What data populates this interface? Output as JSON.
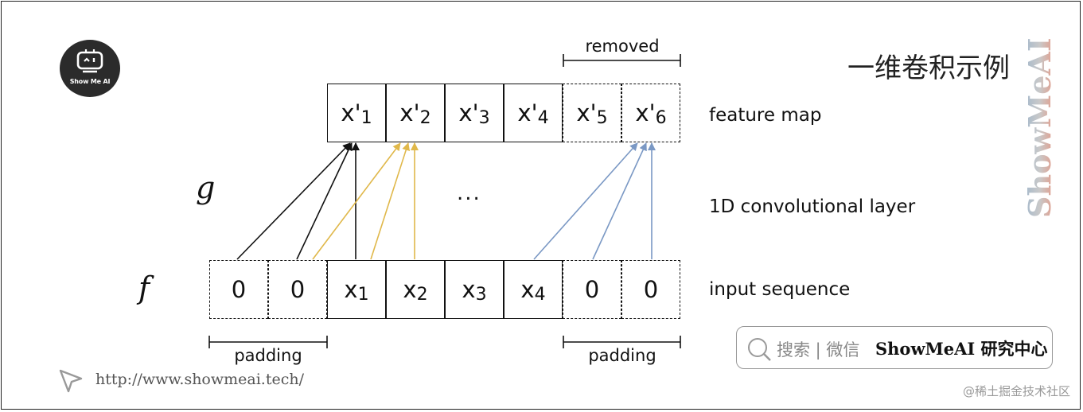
{
  "title": "一维卷积示例",
  "brand_vertical": "ShowMeAI",
  "logo_text": "Show Me AI",
  "feature_map_label": "feature map",
  "layer_label": "1D convolutional layer",
  "input_label": "input sequence",
  "g_symbol": "g",
  "f_symbol": "f",
  "ellipsis": "...",
  "removed_label": "removed",
  "padding_left_label": "padding",
  "padding_right_label": "padding",
  "feature_cells": [
    {
      "base": "x'",
      "sub": "1"
    },
    {
      "base": "x'",
      "sub": "2"
    },
    {
      "base": "x'",
      "sub": "3"
    },
    {
      "base": "x'",
      "sub": "4"
    },
    {
      "base": "x'",
      "sub": "5"
    },
    {
      "base": "x'",
      "sub": "6"
    }
  ],
  "input_cells": [
    {
      "base": "0",
      "sub": ""
    },
    {
      "base": "0",
      "sub": ""
    },
    {
      "base": "x",
      "sub": "1"
    },
    {
      "base": "x",
      "sub": "2"
    },
    {
      "base": "x",
      "sub": "3"
    },
    {
      "base": "x",
      "sub": "4"
    },
    {
      "base": "0",
      "sub": ""
    },
    {
      "base": "0",
      "sub": ""
    }
  ],
  "url": "http://www.showmeai.tech/",
  "search_hint": "搜索 | 微信",
  "search_brand": "ShowMeAI 研究中心",
  "footer": "@稀土掘金技术社区",
  "colors": {
    "black": "#111111",
    "yellow": "#e0b84a",
    "blue": "#7a98c4"
  }
}
